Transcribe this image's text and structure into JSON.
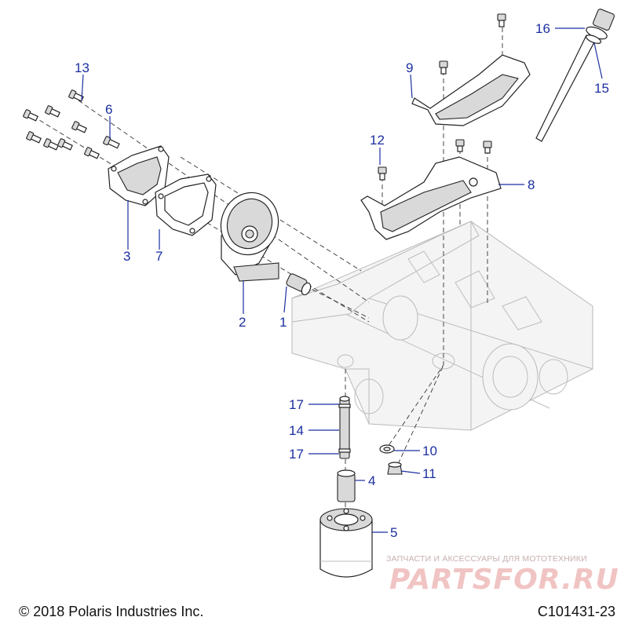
{
  "callouts": {
    "c1": "1",
    "c2": "2",
    "c3": "3",
    "c4": "4",
    "c5": "5",
    "c6": "6",
    "c7": "7",
    "c8": "8",
    "c9": "9",
    "c10": "10",
    "c11": "11",
    "c12": "12",
    "c13": "13",
    "c14": "14",
    "c15": "15",
    "c16": "16",
    "c17a": "17",
    "c17b": "17"
  },
  "footer": {
    "copyright": "© 2018 Polaris Industries Inc.",
    "figure_code": "C101431-23"
  },
  "watermark": {
    "tagline": "ЗАПЧАСТИ И АКСЕССУАРЫ ДЛЯ МОТОТЕХНИКИ",
    "brand": "PARTSFOR.RU"
  },
  "colors": {
    "callout": "#1b2fa0",
    "line": "#222222",
    "watermark": "#f1c4c4"
  }
}
